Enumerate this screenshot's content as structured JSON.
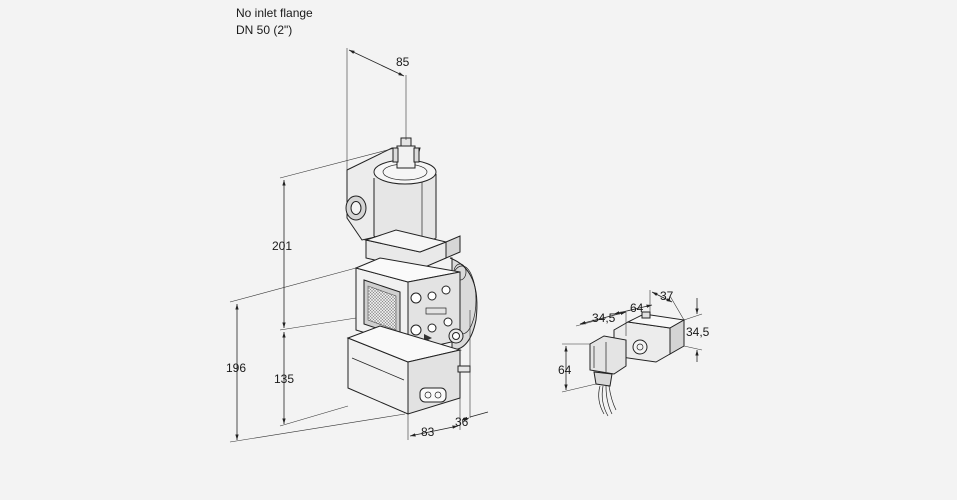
{
  "notes": {
    "line1": "No inlet flange",
    "line2": "DN 50 (2\")"
  },
  "dimensions": {
    "top_width": "85",
    "upper_height": "201",
    "total_height": "196",
    "lower_height": "135",
    "depth_bottom": "83",
    "flange_offset": "36",
    "plug_width_a": "34,5",
    "plug_width_b": "64",
    "plug_depth": "37",
    "plug_side_height": "34,5",
    "plug_height": "64"
  },
  "colors": {
    "background": "#f3f3f3",
    "line": "#222222",
    "body_light": "#f0f0f0",
    "body_mid": "#d9d9d9",
    "body_dark": "#bdbdbd"
  }
}
